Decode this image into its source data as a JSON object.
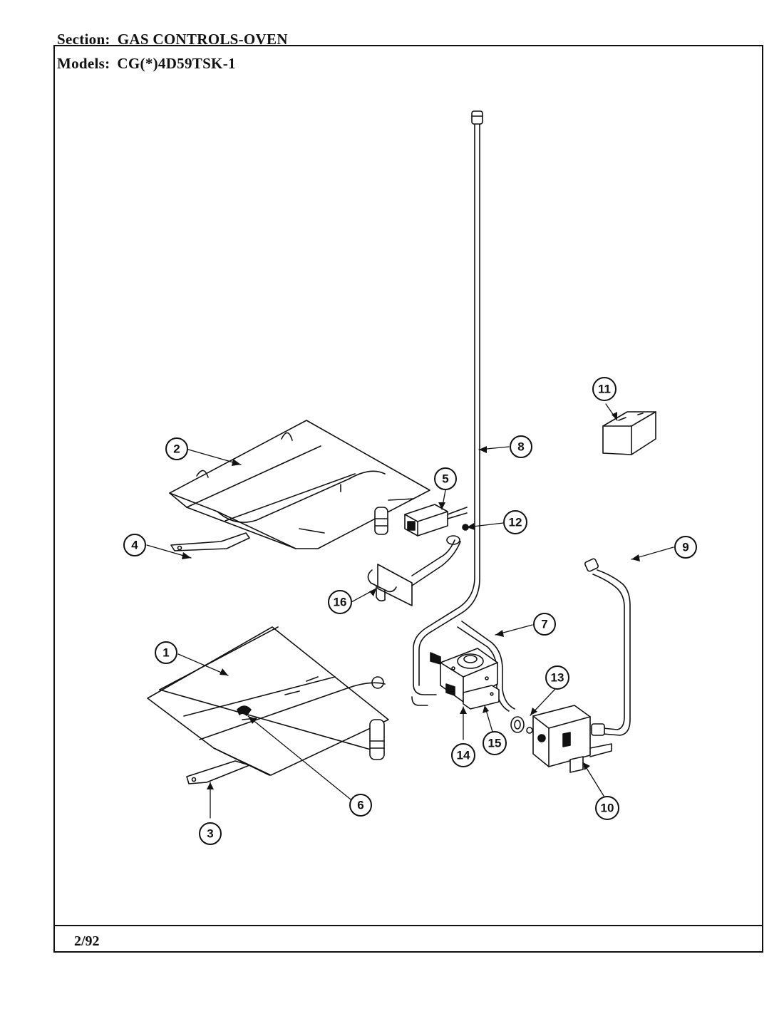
{
  "header": {
    "section_label": "Section:",
    "section_value": "GAS CONTROLS-OVEN",
    "models_label": "Models:",
    "models_value": "CG(*)4D59TSK-1"
  },
  "footer": {
    "date": "2/92"
  },
  "callouts": [
    "1",
    "2",
    "3",
    "4",
    "5",
    "6",
    "7",
    "8",
    "9",
    "10",
    "11",
    "12",
    "13",
    "14",
    "15",
    "16"
  ]
}
